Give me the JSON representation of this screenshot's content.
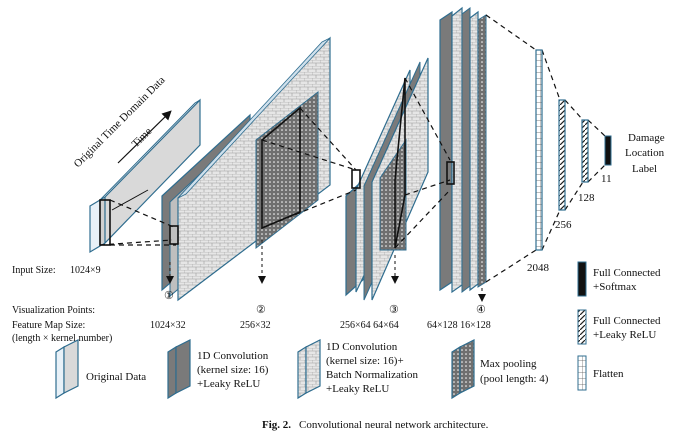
{
  "caption": {
    "fig": "Fig. 2.",
    "text": "Convolutional neural network architecture."
  },
  "input": {
    "title": "Original Time Domain Data",
    "time": "Time",
    "size_label": "Input Size:",
    "size_value": "1024×9"
  },
  "rows": {
    "visualization": "Visualization Points:",
    "feature_map": "Feature Map Size:",
    "feature_map_sub": "(length × kernel number)"
  },
  "points": [
    {
      "mark": "①",
      "size": "1024×32"
    },
    {
      "mark": "②",
      "size": "256×32"
    },
    {
      "mark": "③",
      "size": "256×64 64×64"
    },
    {
      "mark": "④",
      "size": "64×128  16×128"
    }
  ],
  "fc_sizes": [
    "2048",
    "256",
    "128",
    "11"
  ],
  "output": {
    "line1": "Damage",
    "line2": "Location",
    "line3": "Label"
  },
  "legend": {
    "original": "Original Data",
    "conv1": [
      "1D Convolution",
      "(kernel size: 16)",
      "+Leaky ReLU"
    ],
    "conv2": [
      "1D Convolution",
      "(kernel size: 16)+",
      "Batch Normalization",
      "+Leaky ReLU"
    ],
    "pool": [
      "Max pooling",
      "(pool length: 4)"
    ],
    "fc_softmax": [
      "Full Connected",
      "+Softmax"
    ],
    "fc_leaky": [
      "Full Connected",
      "+Leaky ReLU"
    ],
    "flatten": "Flatten"
  },
  "colors": {
    "layer_edge": "#2f6d8f",
    "conv_gray": "#7a7a7a",
    "light_gray": "#d9d9d9"
  }
}
